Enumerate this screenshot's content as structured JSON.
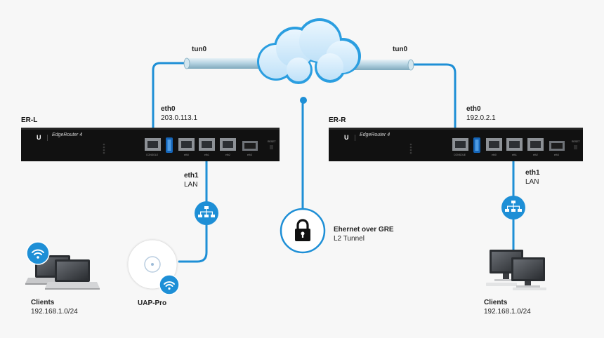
{
  "routers": {
    "left": {
      "name": "ER-L",
      "brand": "EdgeRouter 4",
      "eth0_label": "eth0",
      "eth0_ip": "203.0.113.1",
      "eth1_label": "eth1",
      "eth1_net": "LAN",
      "port_labels": [
        "CONSOLE",
        "eth0",
        "eth1",
        "eth2",
        "eth3",
        "RESET"
      ]
    },
    "right": {
      "name": "ER-R",
      "brand": "EdgeRouter 4",
      "eth0_label": "eth0",
      "eth0_ip": "192.0.2.1",
      "eth1_label": "eth1",
      "eth1_net": "LAN",
      "port_labels": [
        "CONSOLE",
        "eth0",
        "eth1",
        "eth2",
        "eth3",
        "RESET"
      ]
    }
  },
  "tunnel": {
    "left_label": "tun0",
    "right_label": "tun0",
    "title": "Ehernet over GRE",
    "subtitle": "L2 Tunnel"
  },
  "clients_left": {
    "title": "Clients",
    "subnet": "192.168.1.0/24"
  },
  "uap": {
    "title": "UAP-Pro"
  },
  "clients_right": {
    "title": "Clients",
    "subnet": "192.168.1.0/24"
  },
  "colors": {
    "accent": "#1e8fd6",
    "router_body": "#101010",
    "cloud": "#2b9ee0",
    "tube": "#a6c8d8"
  },
  "icons": [
    "cloud-icon",
    "lock-icon",
    "network-switch-icon",
    "wifi-icon",
    "laptop-icon",
    "desktop-icon",
    "access-point-icon",
    "router-icon"
  ]
}
